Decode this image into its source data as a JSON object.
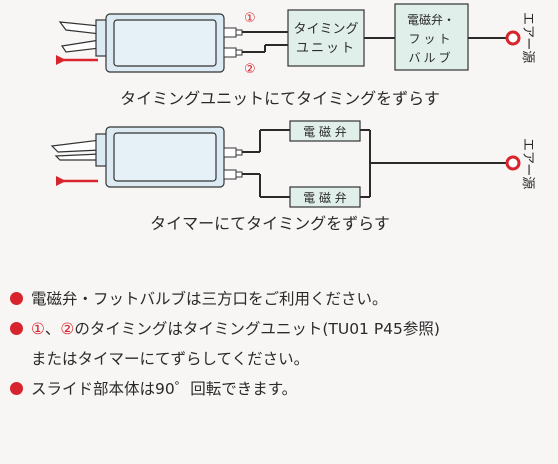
{
  "diagram1": {
    "marker1": "①",
    "marker2": "②",
    "timing_unit_line1": "タイミング",
    "timing_unit_line2": "ユニット",
    "valve_line1": "電磁弁・",
    "valve_line2": "フット",
    "valve_line3": "バルブ",
    "air_source": "エアー源",
    "caption": "タイミングユニットにてタイミングをずらす"
  },
  "diagram2": {
    "valve_top": "電 磁 弁",
    "valve_bottom": "電 磁 弁",
    "air_source": "エアー源",
    "caption": "タイマーにてタイミングをずらす"
  },
  "notes": {
    "note1": "電磁弁・フットバルブは三方口をご利用ください。",
    "note2_prefix": "①",
    "note2_sep": "、",
    "note2_mid": "②",
    "note2_text": "のタイミングはタイミングユニット(TU01 P45参照)",
    "note2_cont": "またはタイマーにてずらしてください。",
    "note3": "スライド部本体は90゜回転できます。"
  },
  "colors": {
    "accent_red": "#d8242c",
    "box_fill": "#e0efe9",
    "device_fill": "#dcebf3"
  }
}
